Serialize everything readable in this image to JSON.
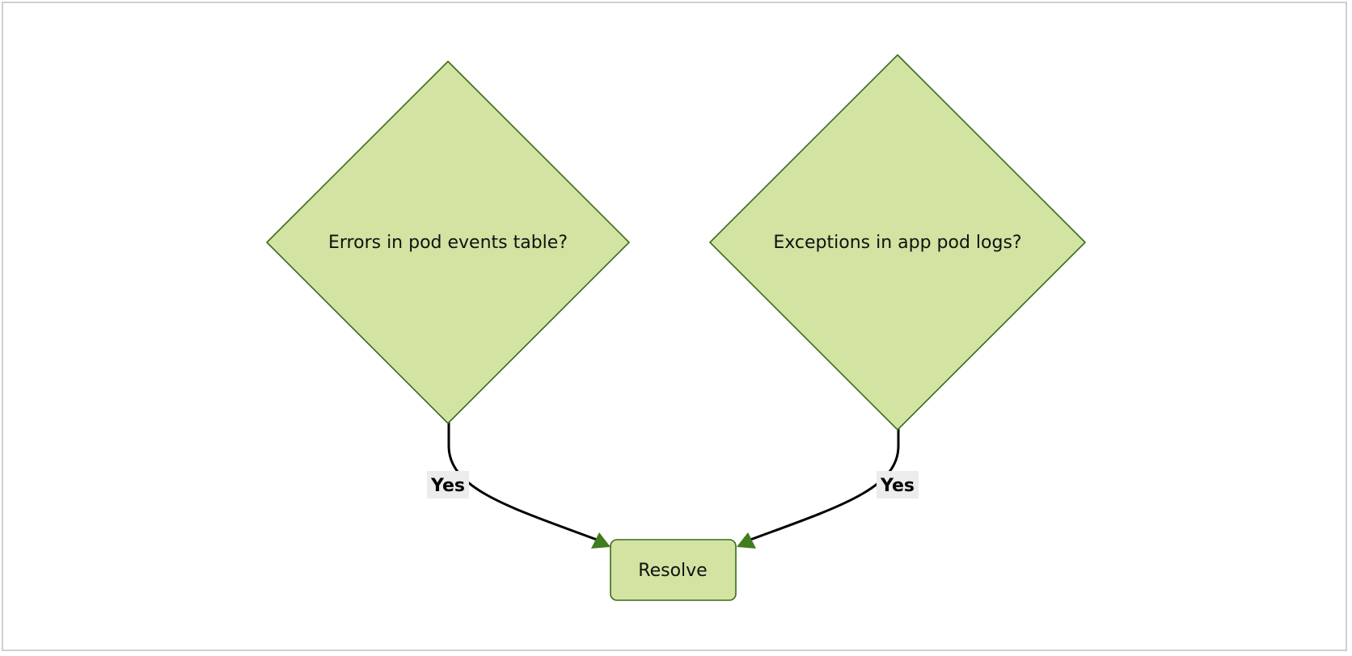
{
  "diagram": {
    "nodes": {
      "decision_left": {
        "label": "Errors in pod events table?"
      },
      "decision_right": {
        "label": "Exceptions in app pod logs?"
      },
      "resolve": {
        "label": "Resolve"
      }
    },
    "edges": {
      "left_to_resolve": {
        "label": "Yes"
      },
      "right_to_resolve": {
        "label": "Yes"
      }
    },
    "colors": {
      "node_fill": "#d2e3a2",
      "node_border": "#3a6a1d",
      "arrowhead": "#3f7d1f",
      "edge_label_bg": "#ececec"
    }
  }
}
